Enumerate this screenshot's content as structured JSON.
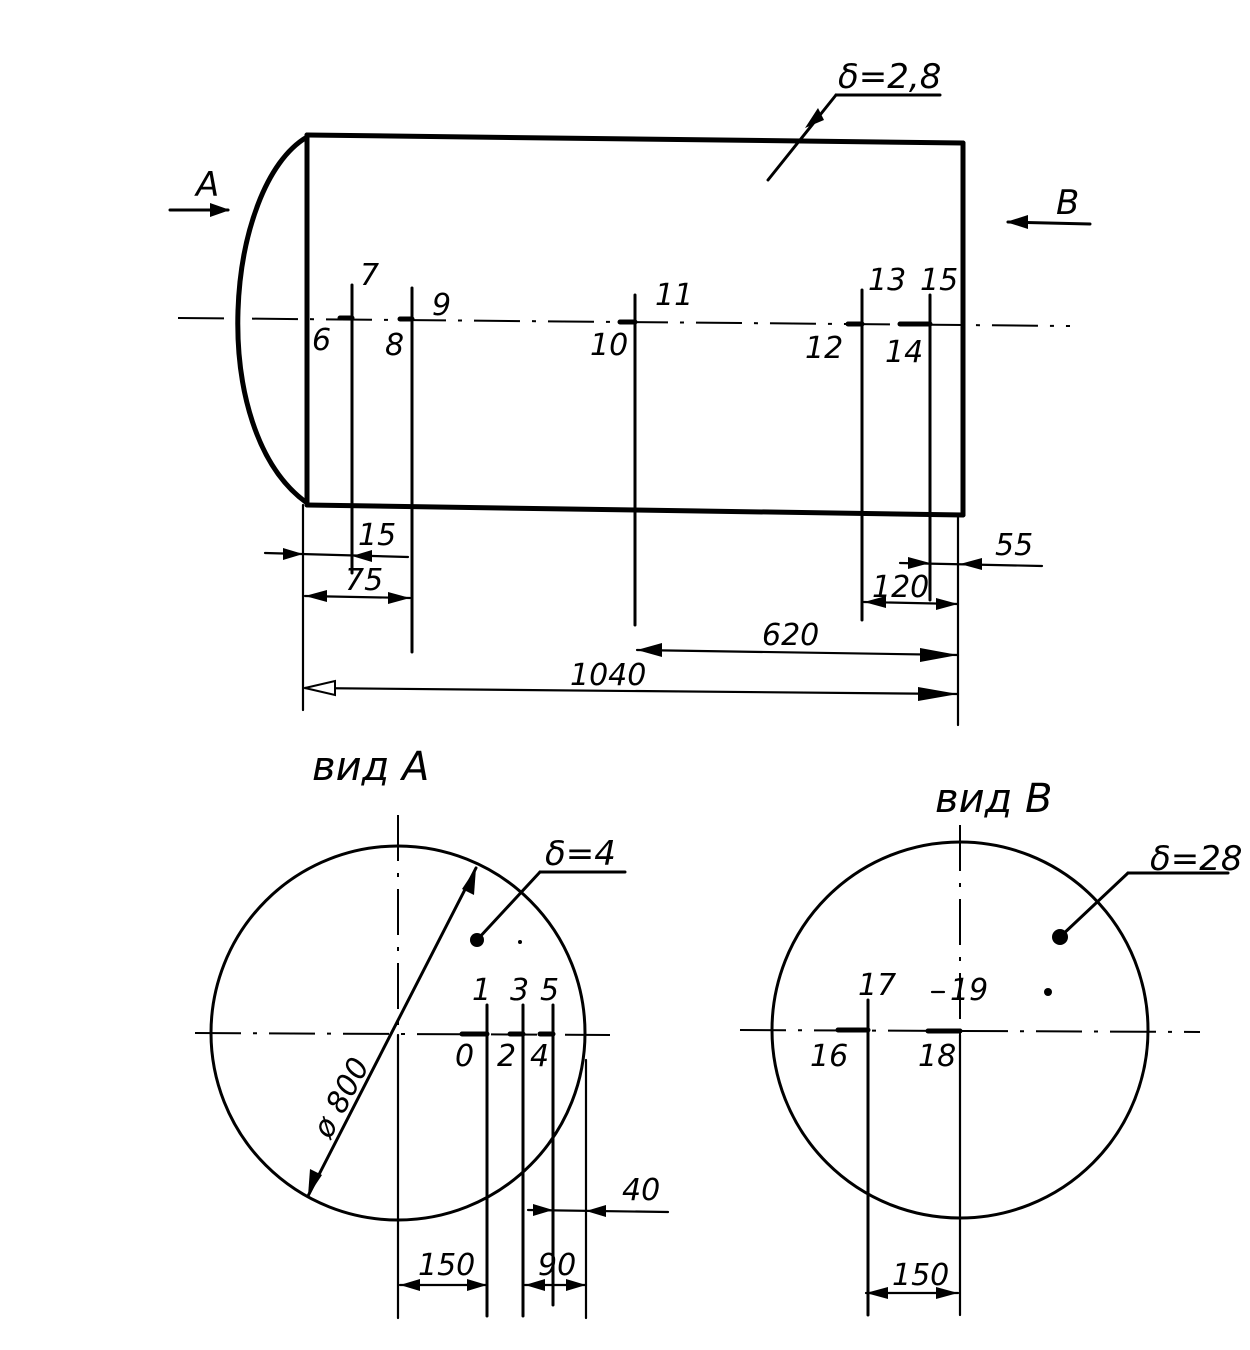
{
  "labels": {
    "thickness_shell": "δ=2,8",
    "thickness_head": "δ=4",
    "thickness_end": "δ=28",
    "view_a_arrow": "A",
    "view_b_arrow": "B",
    "view_a_title": "вид А",
    "view_b_title": "вид В",
    "diameter": "ø 800"
  },
  "points": {
    "p0": "0",
    "p1": "1",
    "p2": "2",
    "p3": "3",
    "p4": "4",
    "p5": "5",
    "p6": "6",
    "p7": "7",
    "p8": "8",
    "p9": "9",
    "p10": "10",
    "p11": "11",
    "p12": "12",
    "p13": "13",
    "p14": "14",
    "p15": "15",
    "p16": "16",
    "p17": "17",
    "p18": "18",
    "p19": "19"
  },
  "dimensions": {
    "d15": "15",
    "d75": "75",
    "d55": "55",
    "d120": "120",
    "d620": "620",
    "d1040": "1040",
    "d150a": "150",
    "d90": "90",
    "d40": "40",
    "d150b": "150"
  }
}
